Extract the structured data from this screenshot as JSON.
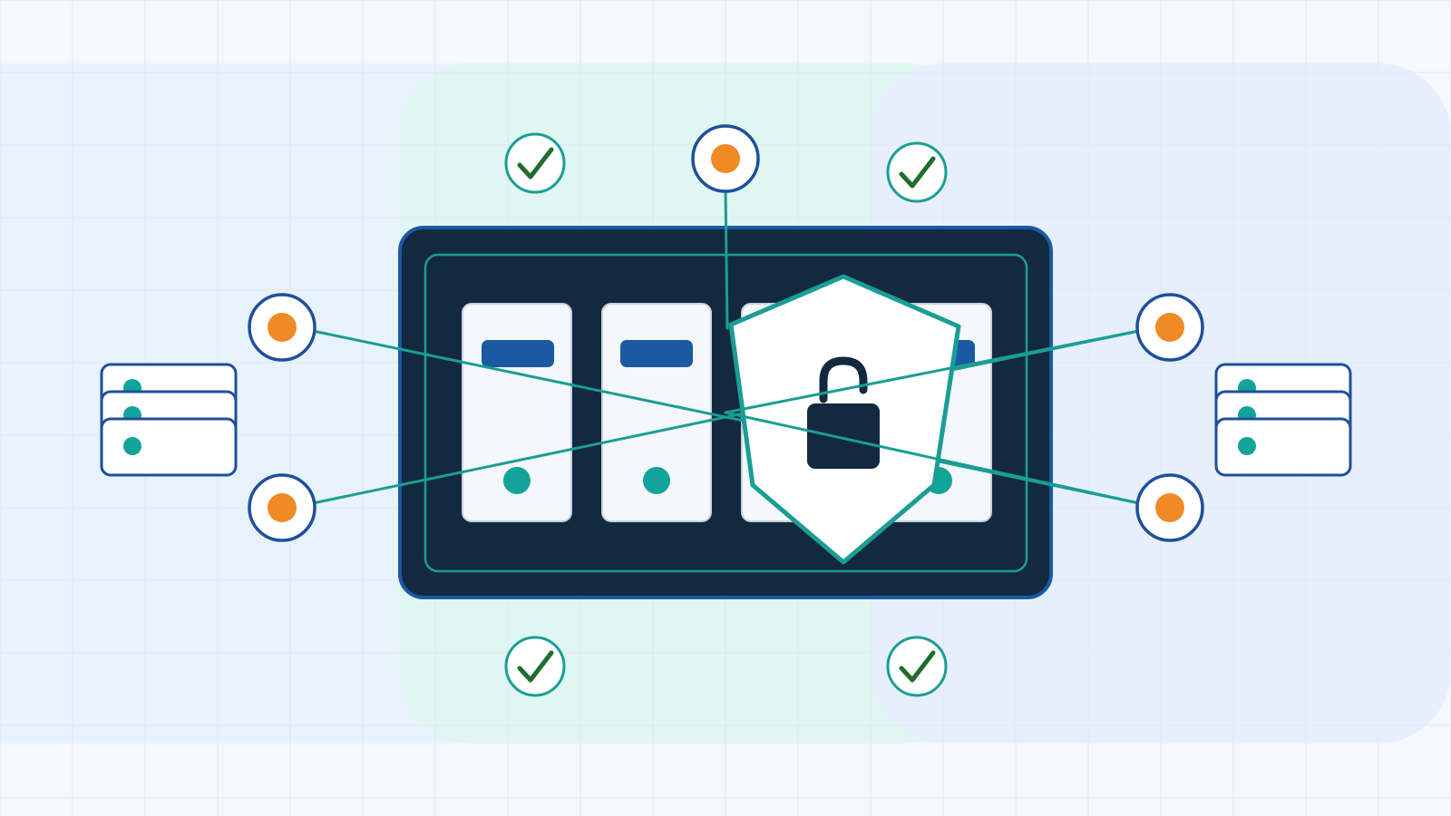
{
  "colors": {
    "page_background": "#f5f8fc",
    "grid_line": "#e1e8f1",
    "band_left": "#e8f2fb",
    "band_center": "#dff6f1",
    "band_right": "#e7effc",
    "server_frame": "#12293f",
    "server_frame_border": "#1a5aa3",
    "inner_outline": "#1a9e94",
    "server_card": "#f4f7fb",
    "server_card_stroke": "#c9d2dd",
    "server_bar": "#1a5aa3",
    "server_dot": "#12a39b",
    "shield_fill": "#ffffff",
    "shield_stroke": "#1a9e94",
    "lock": "#12293f",
    "connector_line": "#1a9e94",
    "node_ring": "#1d4f9c",
    "node_core": "#f08a24",
    "check_ring": "#1a9e94",
    "check_mark": "#1f6e2d",
    "stack_stroke": "#1d4f9c",
    "stack_dot": "#12a39b"
  },
  "icons": {
    "shield": "shield-icon",
    "lock": "padlock-icon",
    "check": "checkmark-icon",
    "node": "network-node-icon",
    "stack": "server-stack-icon",
    "server": "server-rack-icon"
  },
  "diagram": {
    "server_cards": 4,
    "network_nodes": 5,
    "checkmarks": 4,
    "server_stacks": 2
  }
}
